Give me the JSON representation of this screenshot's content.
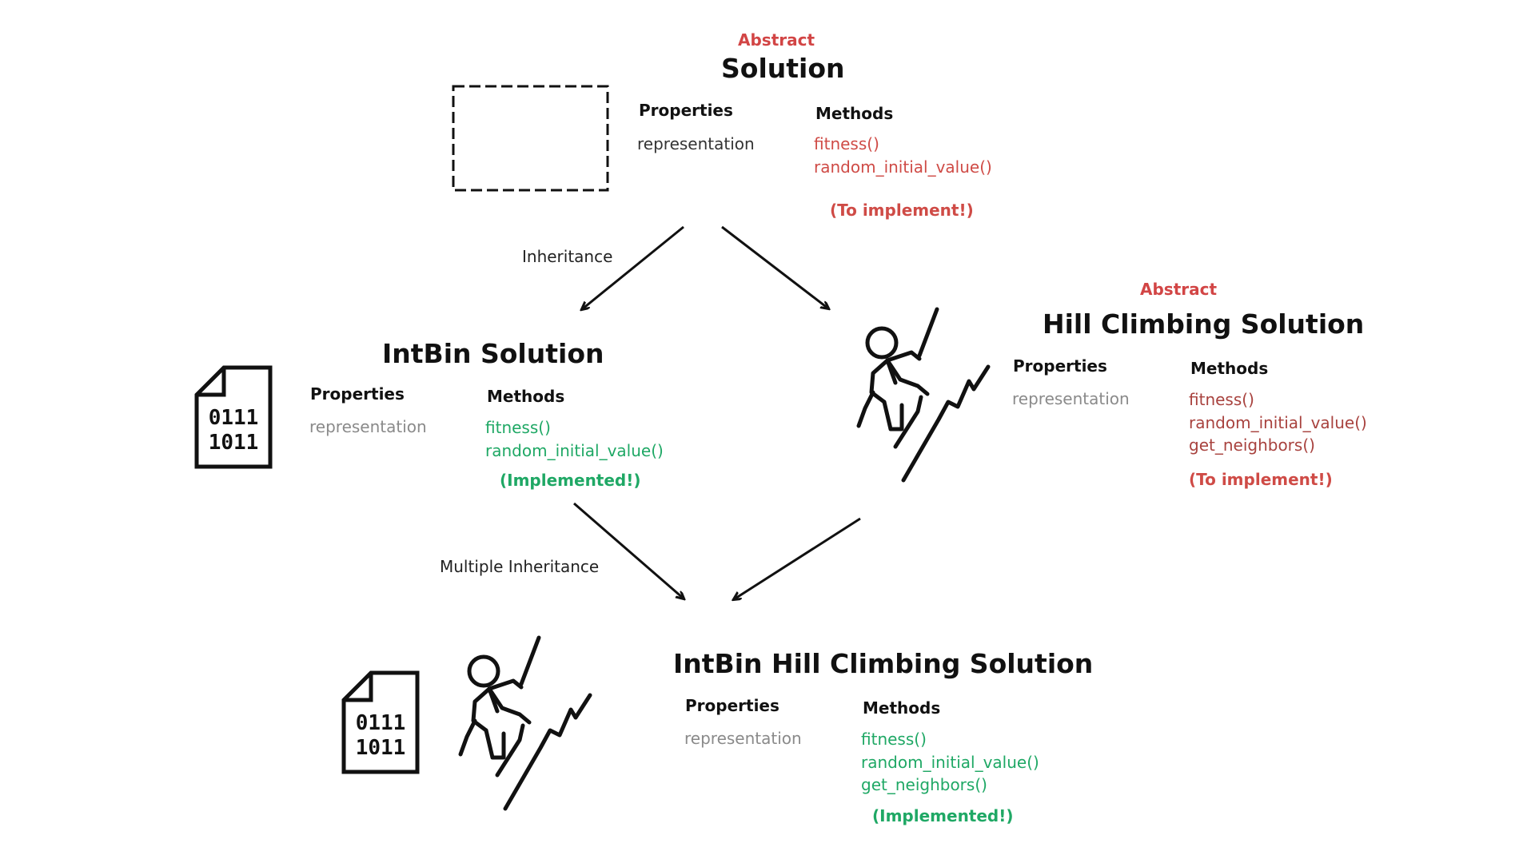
{
  "solution": {
    "abstract_label": "Abstract",
    "title": "Solution",
    "properties_label": "Properties",
    "properties": [
      "representation"
    ],
    "methods_label": "Methods",
    "methods": [
      "fitness()",
      "random_initial_value()"
    ],
    "status": "(To implement!)"
  },
  "intbin": {
    "title": "IntBin Solution",
    "properties_label": "Properties",
    "properties": [
      "representation"
    ],
    "methods_label": "Methods",
    "methods": [
      "fitness()",
      "random_initial_value()"
    ],
    "status": "(Implemented!)",
    "icon_text": [
      "0111",
      "1011"
    ]
  },
  "hill": {
    "abstract_label": "Abstract",
    "title": "Hill Climbing Solution",
    "properties_label": "Properties",
    "properties": [
      "representation"
    ],
    "methods_label": "Methods",
    "methods": [
      "fitness()",
      "random_initial_value()",
      "get_neighbors()"
    ],
    "status": "(To implement!)"
  },
  "combined": {
    "title": "IntBin Hill Climbing Solution",
    "properties_label": "Properties",
    "properties": [
      "representation"
    ],
    "methods_label": "Methods",
    "methods": [
      "fitness()",
      "random_initial_value()",
      "get_neighbors()"
    ],
    "status": "(Implemented!)",
    "icon_text": [
      "0111",
      "1011"
    ]
  },
  "edges": {
    "inheritance_label": "Inheritance",
    "multiple_inheritance_label": "Multiple Inheritance"
  },
  "colors": {
    "abstract": "#d24545",
    "to_implement": "#cf4b46",
    "implemented": "#1fa865"
  },
  "icons": {
    "placeholder": "dashed-rectangle",
    "binary_file": "binary-file-icon",
    "climber": "climber-icon"
  }
}
